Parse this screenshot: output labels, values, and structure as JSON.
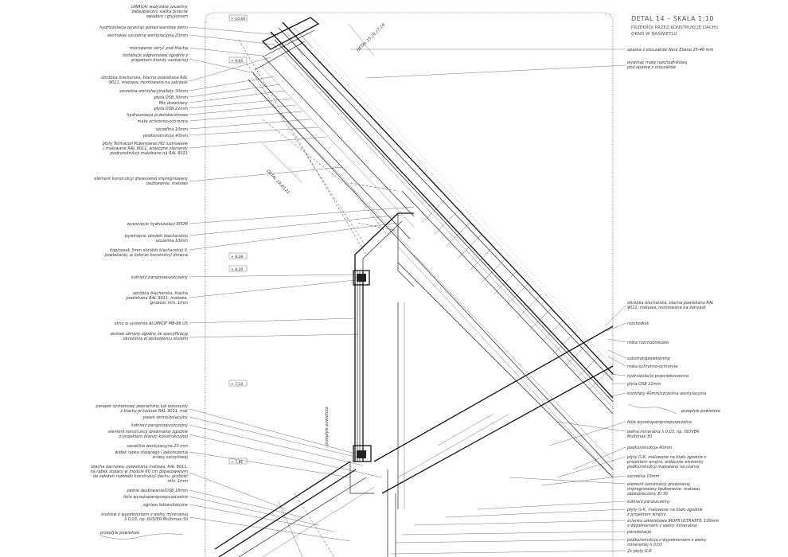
{
  "header": {
    "title": "DETAL 14 – SKALA 1:10",
    "subtitle_1": "PRZEKRÓJ PRZEZ KONSTRUKCJĘ DACHU",
    "subtitle_2": "OKNO W NAŚWIETLU"
  },
  "detail_refs": {
    "upper": "DETAL 15,16,17,18",
    "lower": "DETAL 19,20,21"
  },
  "levels": [
    "+ 10,60",
    "+ 9,65",
    "+ 8,38",
    "+ 8,20",
    "+ 7,10",
    "+ 7,81"
  ],
  "left_labels": [
    "UWAGA! wszystkie szczeliny",
    "zabezpieczyć siatką przeciw",
    "owadom i gryzoniom",
    "hydroizolacja wywinąć ponad warstwę żwiru",
    "zachować szczelinę wentylacyjną 20mm",
    "mocowanie ukryć pod blachą",
    "instalacje odgromowej zgodnie z",
    "projektem branży sanitarnej",
    "obróbka blacharska, blacha powlekana RAL",
    "9011, matowa, montowana na zatrzask",
    "szczelina wentylacyjna/łaty 30mm",
    "płyta OSB 30mm",
    "Mix drewniany",
    "płyta OSB 22mm",
    "hydroizolacja przeciwwiatrowa",
    "mata ochronno-ochronna",
    "szczelina 10mm",
    "podkonstrukcja 40mm",
    "płyty Termacell Powerpanel HD lustrowane",
    "i malowane RAL 9011, widoczne elementy",
    "podkonstrukcji malowano na RAL 9011",
    "element konstrukcji drewnianej impregnowany",
    "bezbarwnie, matowo",
    "wywinięcie hydroizolacji EPDM",
    "wywinięcie obróbki blacharskiej",
    "szczelina 10mm",
    "kapinosek 3mm obróbki blacharskiej V,",
    "powlekanej, w kolorze konstrukcji drewna",
    "kołnierz paroprzepuszczalny",
    "obróbka blacharska, blacha",
    "powlekana RAL 9011, matowa,",
    "grubość min. 1mm",
    "okno w systemie ALUPROF MB-86 US",
    "zestaw szklany zgodny ze specyfikacją",
    "określoną w zestawieniu stolarki",
    "parapet systemowy zewnętrzny lub wzorzysty",
    "z blachy w kolorze RAL 9011, mat",
    "pasek termoizolacyjny",
    "kołnierz paroprzepuszczalny",
    "element konstrukcji drewnianej zgodnie",
    "z projektem branży konstrukcyjnej",
    "szczelina wentylacyjna 20 mm",
    "widok rąbka stojącego i zakończenia",
    "ściany szczytowej",
    "blacha dachowa, powlekana matowa, RAL 9011,",
    "na rąbek stojący w module 60 cm dopasowanym",
    "do założeń rozkładu konstrukcji dachu, grubość",
    "min. 1mm",
    "pełnie deskowanie/OSB 18mm",
    "folia wysokoparoprzepuszczalna",
    "ogniwa fotowoltaiczne",
    "krokiew z wypełnieniem z wełny mineralnej",
    "λ 0,03, np. ISOVER Multimax 30",
    "przepływ powietrza"
  ],
  "right_labels": [
    "opaska z otoczaków Nero Ebano 25-40 mm",
    "wywinąć matę rozchodnikową",
    "pod opaskę z otoczaków",
    "obróbka blacharska, blacha powlekana RAL",
    "9011, matowa, montowana na zatrzask",
    "rozchodnik",
    "mata rozchodnikowa",
    "substrat/geowłókninę",
    "mata ochronno-ochronna",
    "hydroizolacja przeciwkorzenna",
    "płyta OSB 22mm",
    "kontrłaty 40mm/szczelina wentylacyjna",
    "przepływ powietrza",
    "folia wysokoparoprzepuszczalna",
    "wełna mineralna λ 0,03, np. ISOVER",
    "Multimax 30",
    "podkonstrukcja 40mm",
    "płyty G-K, malowane na biało zgodnie z",
    "projektem wnętrz, widoczne elementy",
    "podkonstrukcji malowane na czarno",
    "szczelina 10mm",
    "element konstrukcji drewnianej",
    "impregnowany bezbarwnie, matowo,",
    "zabezpieczony EI 30",
    "kołnierz paroszczelny",
    "płyty G-K, malowane na biało zgodnie",
    "z projektem wnętrz",
    "ścianka szkieletowa IROPS ULTRASTIL 100mm",
    "z wypełnieniem z wełny mineralnej",
    "paroizolacja",
    "podkonstrukcja z wypełnieniem z wełny",
    "mineralnej λ 0,03",
    "2x płyty G-K"
  ],
  "annotations": {
    "air_flow_left": "przepływ powietrza",
    "air_flow_vertical": "przepływ powietrza"
  }
}
